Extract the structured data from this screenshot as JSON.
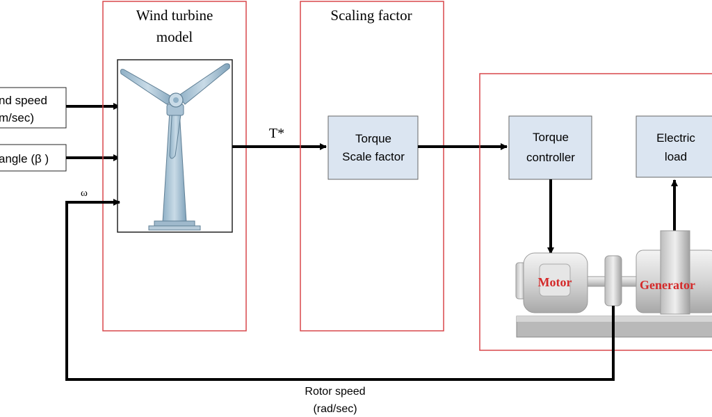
{
  "inputs": {
    "wind_speed_line1": "nd speed",
    "wind_speed_line2": "m/sec)",
    "pitch_angle": "angle (β )",
    "omega_label": "ω"
  },
  "wind_turbine": {
    "title_line1": "Wind turbine",
    "title_line2": "model"
  },
  "torque_signal_label": "T*",
  "scaling": {
    "title": "Scaling factor",
    "block_line1": "Torque",
    "block_line2": "Scale factor"
  },
  "torque_controller": {
    "line1": "Torque",
    "line2": "controller"
  },
  "electric_load": {
    "line1": "Electric",
    "line2": "load"
  },
  "motor_label": "Motor",
  "generator_label": "Generator",
  "feedback": {
    "line1": "Rotor speed",
    "line2": "(rad/sec)"
  },
  "colors": {
    "section_border": "#d9474a",
    "block_fill": "#dbe5f1",
    "machine_label": "#d42a2a",
    "line": "#000000"
  }
}
